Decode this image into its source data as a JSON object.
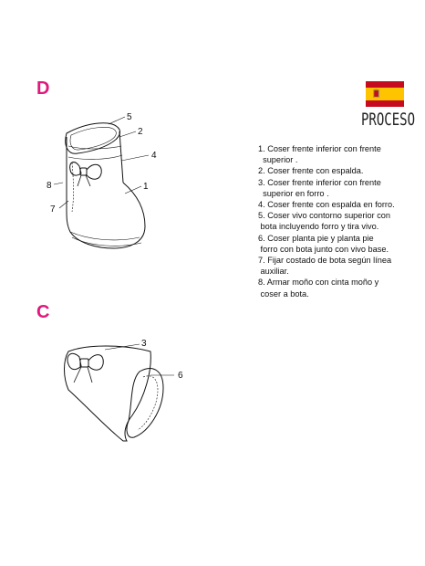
{
  "section_d": {
    "letter": "D"
  },
  "section_c": {
    "letter": "C"
  },
  "header": {
    "label": "PROCESO"
  },
  "flag": {
    "name": "spain-flag-icon",
    "red": "#c60b1e",
    "yellow": "#ffc400"
  },
  "accent_color": "#e0197d",
  "steps": [
    "1. Coser frente inferior con frente superior .",
    "2. Coser frente con espalda.",
    "3. Coser frente inferior con frente superior en forro .",
    "4. Coser frente con espalda en forro.",
    "5. Coser vivo contorno superior con bota incluyendo forro y tira vivo.",
    "6. Coser planta pie y planta pie forro con bota junto con vivo base.",
    "7. Fijar costado de bota según línea auxiliar.",
    "8. Armar moño con cinta moño y coser a bota."
  ],
  "steps_lines": [
    [
      "1. Coser frente inferior con frente",
      "  superior ."
    ],
    [
      "2. Coser frente con espalda."
    ],
    [
      "3. Coser frente inferior con frente",
      "  superior en forro ."
    ],
    [
      "4. Coser frente con espalda en forro."
    ],
    [
      "5. Coser vivo contorno superior con",
      " bota incluyendo forro y tira vivo."
    ],
    [
      "6. Coser planta pie y planta pie",
      " forro con bota junto con vivo base."
    ],
    [
      "7. Fijar costado de bota según línea",
      " auxiliar."
    ],
    [
      "8. Armar moño con cinta moño y",
      " coser a bota."
    ]
  ],
  "callouts_d": [
    "5",
    "2",
    "4",
    "8",
    "1",
    "7"
  ],
  "callouts_c": [
    "3",
    "6"
  ]
}
